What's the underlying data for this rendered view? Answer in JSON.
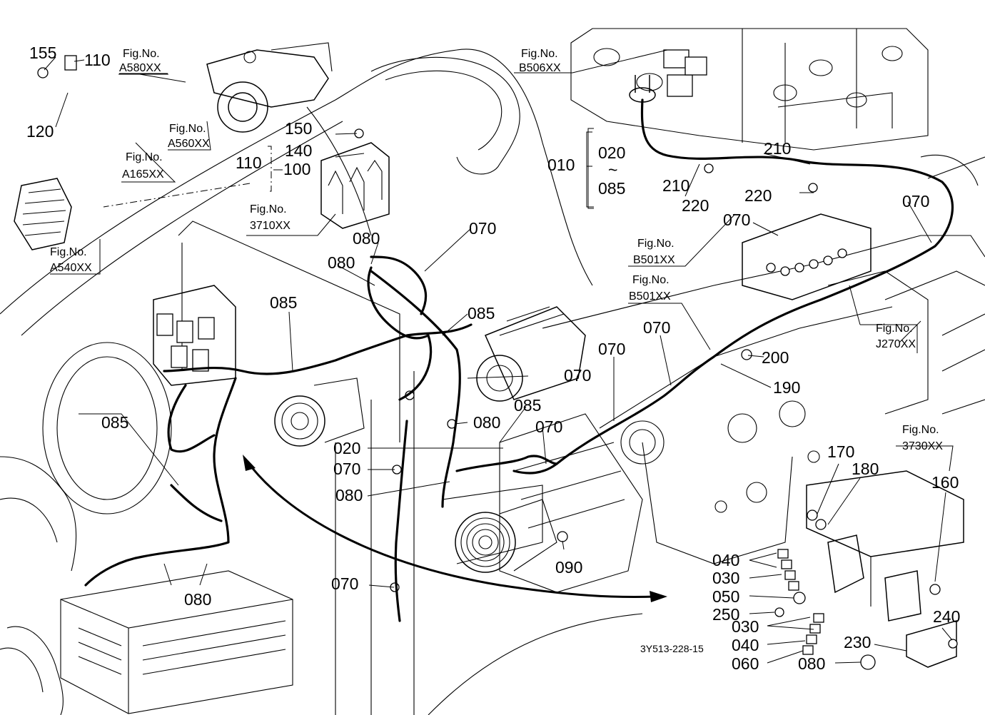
{
  "drawing_code": "3Y513-228-15",
  "figure_refs": [
    {
      "key": "a580",
      "label": "Fig.No.",
      "code": "A580XX"
    },
    {
      "key": "a560",
      "label": "Fig.No.",
      "code": "A560XX"
    },
    {
      "key": "a165",
      "label": "Fig.No.",
      "code": "A165XX"
    },
    {
      "key": "a540",
      "label": "Fig.No.",
      "code": "A540XX"
    },
    {
      "key": "n3710",
      "label": "Fig.No.",
      "code": "3710XX"
    },
    {
      "key": "b506",
      "label": "Fig.No.",
      "code": "B506XX"
    },
    {
      "key": "b501a",
      "label": "Fig.No.",
      "code": "B501XX"
    },
    {
      "key": "b501b",
      "label": "Fig.No.",
      "code": "B501XX"
    },
    {
      "key": "j270",
      "label": "Fig.No.",
      "code": "J270XX"
    },
    {
      "key": "n3730",
      "label": "Fig.No.",
      "code": "3730XX"
    }
  ],
  "part_labels": [
    {
      "key": "p155",
      "text": "155"
    },
    {
      "key": "p110a",
      "text": "110"
    },
    {
      "key": "p120",
      "text": "120"
    },
    {
      "key": "p150",
      "text": "150"
    },
    {
      "key": "p140",
      "text": "140"
    },
    {
      "key": "p110b",
      "text": "110"
    },
    {
      "key": "p100",
      "text": "100"
    },
    {
      "key": "p010",
      "text": "010"
    },
    {
      "key": "p020a",
      "text": "020"
    },
    {
      "key": "p085range",
      "text": "085"
    },
    {
      "key": "p210a",
      "text": "210"
    },
    {
      "key": "p210b",
      "text": "210"
    },
    {
      "key": "p220a",
      "text": "220"
    },
    {
      "key": "p220b",
      "text": "220"
    },
    {
      "key": "p070a",
      "text": "070"
    },
    {
      "key": "p070b",
      "text": "070"
    },
    {
      "key": "p080a",
      "text": "080"
    },
    {
      "key": "p070c",
      "text": "070"
    },
    {
      "key": "p080b",
      "text": "080"
    },
    {
      "key": "p085a",
      "text": "085"
    },
    {
      "key": "p085b",
      "text": "085"
    },
    {
      "key": "p070d",
      "text": "070"
    },
    {
      "key": "p070e",
      "text": "070"
    },
    {
      "key": "p070f",
      "text": "070"
    },
    {
      "key": "p200",
      "text": "200"
    },
    {
      "key": "p190",
      "text": "190"
    },
    {
      "key": "p085c",
      "text": "085"
    },
    {
      "key": "p085d",
      "text": "085"
    },
    {
      "key": "p080c",
      "text": "080"
    },
    {
      "key": "p070g",
      "text": "070"
    },
    {
      "key": "p020b",
      "text": "020"
    },
    {
      "key": "p070h",
      "text": "070"
    },
    {
      "key": "p080d",
      "text": "080"
    },
    {
      "key": "p090",
      "text": "090"
    },
    {
      "key": "p070i",
      "text": "070"
    },
    {
      "key": "p080e",
      "text": "080"
    },
    {
      "key": "p170",
      "text": "170"
    },
    {
      "key": "p180",
      "text": "180"
    },
    {
      "key": "p160",
      "text": "160"
    },
    {
      "key": "p040a",
      "text": "040"
    },
    {
      "key": "p030a",
      "text": "030"
    },
    {
      "key": "p050",
      "text": "050"
    },
    {
      "key": "p250",
      "text": "250"
    },
    {
      "key": "p030b",
      "text": "030"
    },
    {
      "key": "p040b",
      "text": "040"
    },
    {
      "key": "p060",
      "text": "060"
    },
    {
      "key": "p080f",
      "text": "080"
    },
    {
      "key": "p230",
      "text": "230"
    },
    {
      "key": "p240",
      "text": "240"
    }
  ],
  "range_tilde": "~"
}
